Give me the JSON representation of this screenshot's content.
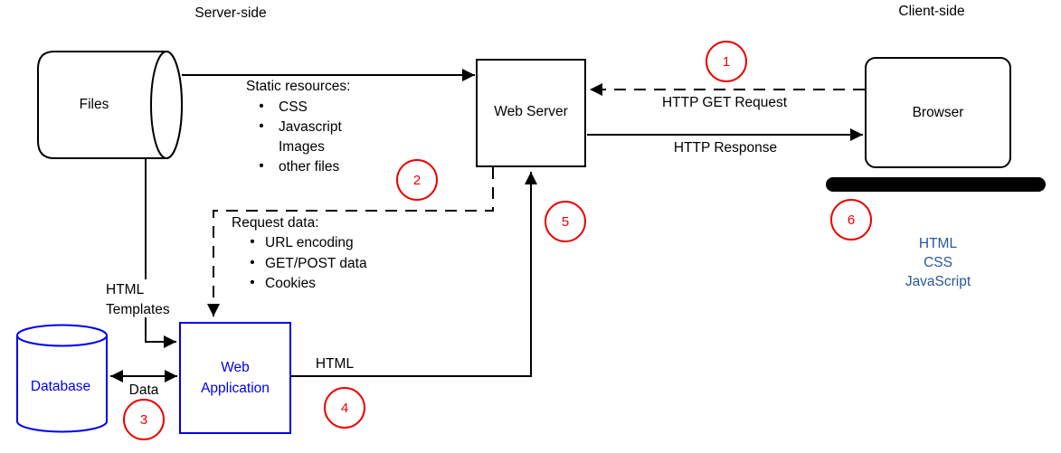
{
  "regions": {
    "server_side": "Server-side",
    "client_side": "Client-side"
  },
  "nodes": {
    "files": "Files",
    "web_server": "Web Server",
    "browser": "Browser",
    "database": "Database",
    "web_application_line1": "Web",
    "web_application_line2": "Application"
  },
  "lists": {
    "static_resources": {
      "title": "Static resources:",
      "items": [
        "CSS",
        "Javascript",
        "Images",
        "other files"
      ]
    },
    "request_data": {
      "title": "Request data:",
      "items": [
        "URL encoding",
        "GET/POST data",
        "Cookies"
      ]
    }
  },
  "edge_labels": {
    "http_get_request": "HTTP GET Request",
    "http_response": "HTTP Response",
    "html_templates_line1": "HTML",
    "html_templates_line2": "Templates",
    "data": "Data",
    "html": "HTML"
  },
  "browser_stack": [
    "HTML",
    "CSS",
    "JavaScript"
  ],
  "steps": [
    "1",
    "2",
    "3",
    "4",
    "5",
    "6"
  ],
  "glyphs": {
    "bullet": "•"
  },
  "colors": {
    "node_accent_blue": "#0000ee",
    "step_circle_red": "#ee0000",
    "browser_stack_blue": "#2b5797",
    "diagram_black": "#000000",
    "background": "#ffffff"
  }
}
